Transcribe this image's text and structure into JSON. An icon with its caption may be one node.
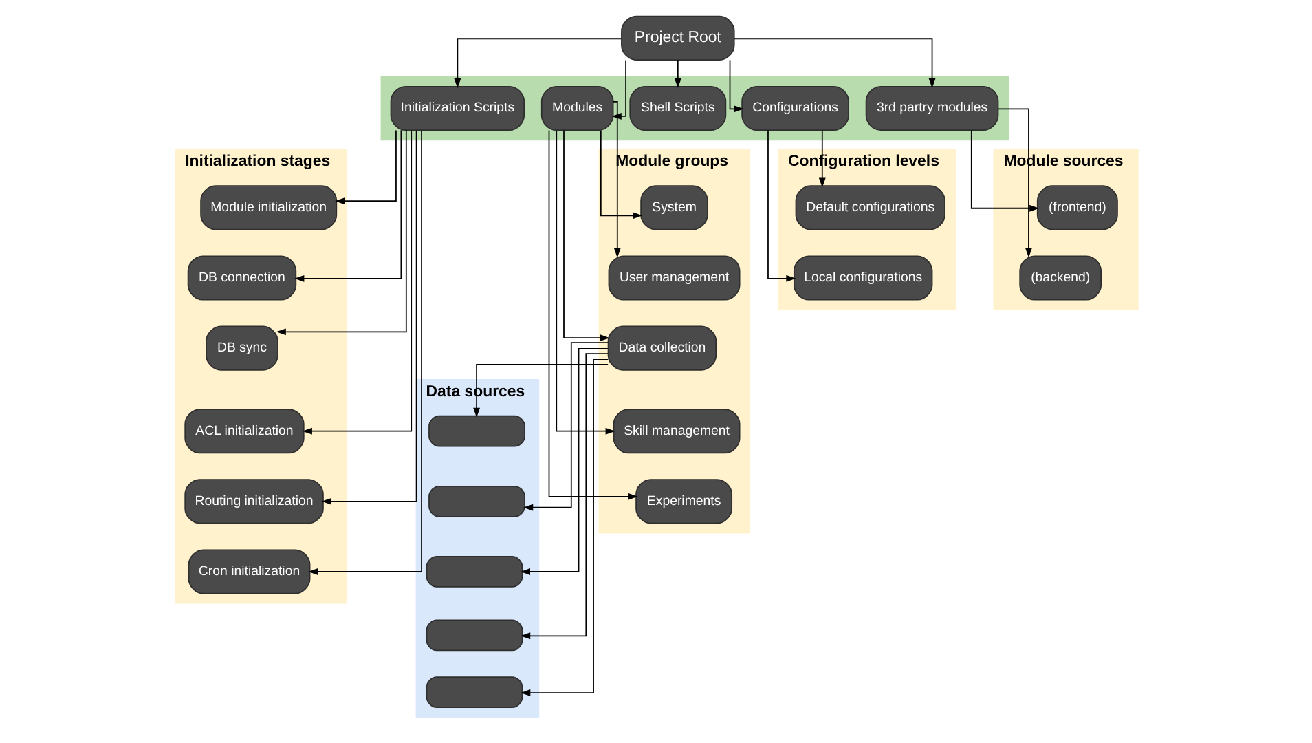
{
  "diagram": {
    "nodes": [
      {
        "text": [
          "Project Root"
        ]
      },
      {
        "text": [],
        "shape": "band"
      },
      {
        "text": [
          "Initialization Scripts"
        ],
        "in": 1
      },
      {
        "text": [
          "Modules"
        ],
        "in": 1
      },
      {
        "text": [
          "Shell Scripts"
        ],
        "in": 1
      },
      {
        "text": [
          "Configurations"
        ],
        "in": 1
      },
      {
        "text": [
          "3rd partry modules"
        ],
        "in": 1
      },
      {
        "text": [
          "Initialization stages"
        ]
      },
      {
        "text": [
          "Module initialization"
        ],
        "in": 7
      },
      {
        "text": [
          "DB connection"
        ],
        "in": 7
      },
      {
        "text": [
          "DB sync"
        ],
        "in": 7
      },
      {
        "text": [
          "ACL initialization"
        ],
        "in": 7
      },
      {
        "text": [
          "Routing initialization"
        ],
        "in": 7
      },
      {
        "text": [
          "Cron initialization"
        ],
        "in": 7
      },
      {
        "text": [
          "Module groups"
        ]
      },
      {
        "text": [
          "System"
        ],
        "in": 14
      },
      {
        "text": [
          "User management"
        ],
        "in": 14
      },
      {
        "text": [
          "Data collection"
        ],
        "in": 14
      },
      {
        "text": [
          "Skill management"
        ],
        "in": 14
      },
      {
        "text": [
          "Experiments"
        ],
        "in": 14
      },
      {
        "text": [
          "Data sources"
        ]
      },
      {
        "text": [],
        "shape": "box",
        "in": 20
      },
      {
        "text": [],
        "shape": "box",
        "in": 20
      },
      {
        "text": [],
        "shape": "box",
        "in": 20
      },
      {
        "text": [],
        "shape": "box",
        "in": 20
      },
      {
        "text": [],
        "shape": "box",
        "in": 20
      },
      {
        "text": [
          "Configuration levels"
        ]
      },
      {
        "text": [
          "Default configurations"
        ],
        "in": 26
      },
      {
        "text": [
          "Local configurations"
        ],
        "in": 26
      },
      {
        "text": [
          "Module sources"
        ]
      },
      {
        "text": [
          "(frontend)"
        ],
        "in": 29
      },
      {
        "text": [
          "(backend)"
        ],
        "in": 29
      }
    ],
    "edges": [
      {
        "from": 0,
        "to": 2,
        "arrow": "to"
      },
      {
        "from": 0,
        "to": 3,
        "arrow": "to"
      },
      {
        "from": 0,
        "to": 4,
        "arrow": "to"
      },
      {
        "from": 0,
        "to": 5,
        "arrow": "to"
      },
      {
        "from": 0,
        "to": 6,
        "arrow": "to"
      },
      {
        "from": 2,
        "to": 8,
        "arrow": "to"
      },
      {
        "from": 2,
        "to": 9,
        "arrow": "to"
      },
      {
        "from": 2,
        "to": 10,
        "arrow": "to"
      },
      {
        "from": 2,
        "to": 11,
        "arrow": "to"
      },
      {
        "from": 2,
        "to": 12,
        "arrow": "to"
      },
      {
        "from": 2,
        "to": 13,
        "arrow": "to"
      },
      {
        "from": 3,
        "to": 15,
        "arrow": "to"
      },
      {
        "from": 3,
        "to": 16,
        "arrow": "to"
      },
      {
        "from": 3,
        "to": 17,
        "arrow": "to"
      },
      {
        "from": 3,
        "to": 18,
        "arrow": "to"
      },
      {
        "from": 3,
        "to": 19,
        "arrow": "to"
      },
      {
        "from": 17,
        "to": 21,
        "arrow": "to"
      },
      {
        "from": 17,
        "to": 22,
        "arrow": "to"
      },
      {
        "from": 17,
        "to": 23,
        "arrow": "to"
      },
      {
        "from": 17,
        "to": 24,
        "arrow": "to"
      },
      {
        "from": 17,
        "to": 25,
        "arrow": "to"
      },
      {
        "from": 5,
        "to": 27,
        "arrow": "to"
      },
      {
        "from": 5,
        "to": 28,
        "arrow": "to"
      },
      {
        "from": 6,
        "to": 30,
        "arrow": "to"
      },
      {
        "from": 6,
        "to": 31,
        "arrow": "to"
      }
    ]
  }
}
